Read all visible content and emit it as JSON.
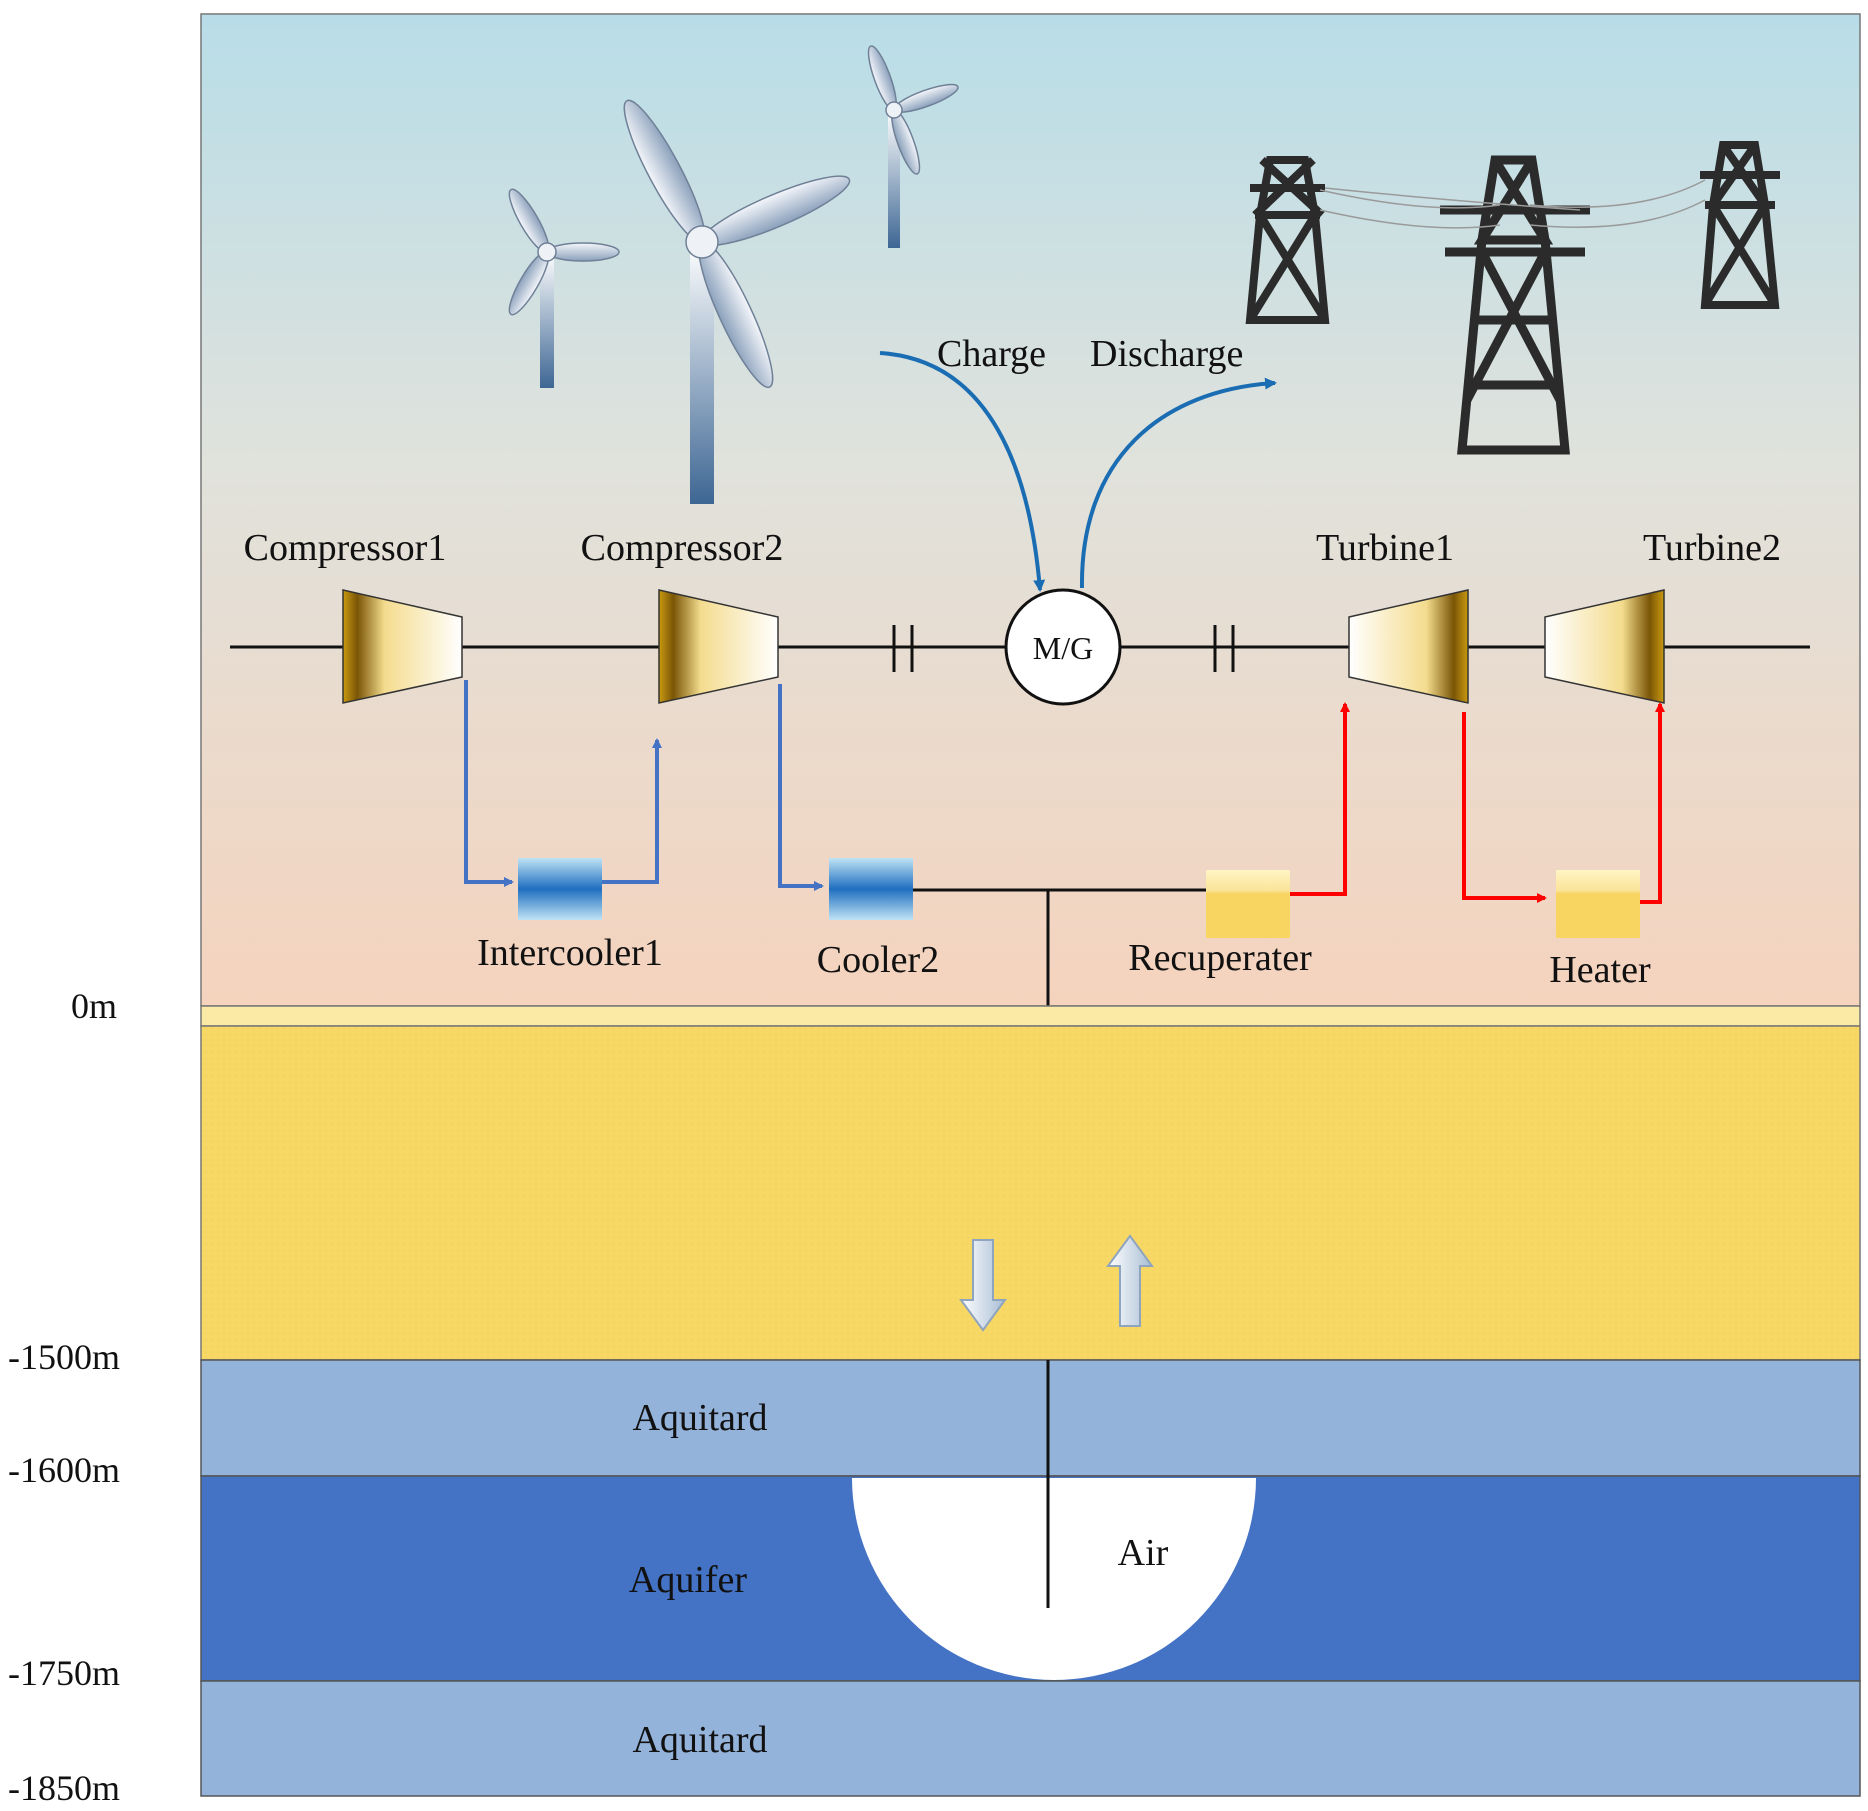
{
  "energy_flow": {
    "charge": "Charge",
    "discharge": "Discharge"
  },
  "machines": {
    "compressor1": "Compressor1",
    "compressor2": "Compressor2",
    "motor_generator": "M/G",
    "turbine1": "Turbine1",
    "turbine2": "Turbine2"
  },
  "heat_exchangers": {
    "intercooler1": "Intercooler1",
    "cooler2": "Cooler2",
    "recuperater": "Recuperater",
    "heater": "Heater"
  },
  "strata": {
    "aquitard_upper": "Aquitard",
    "aquifer": "Aquifer",
    "air": "Air",
    "aquitard_lower": "Aquitard"
  },
  "depths": [
    "0m",
    "-1500m",
    "-1600m",
    "-1750m",
    "-1850m"
  ],
  "colors": {
    "charge_flow": "#4472c4",
    "discharge_flow": "#ff0000",
    "aquitard": "#94b3da",
    "aquifer": "#4472c4",
    "caprock": "#f8d865",
    "sky_top": "#b8dde8",
    "sky_bottom": "#f5d3bd"
  }
}
